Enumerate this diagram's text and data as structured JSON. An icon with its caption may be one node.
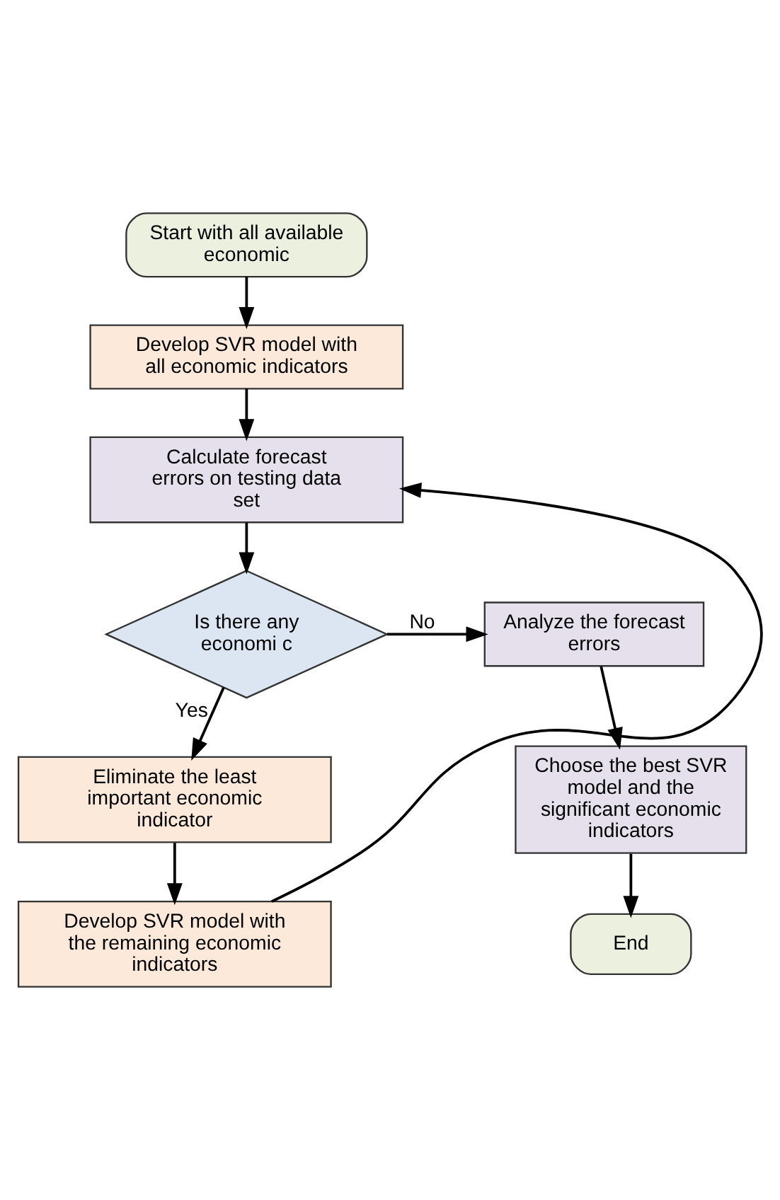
{
  "diagram": {
    "nodes": [
      {
        "text": [
          "Start with all available economic"
        ]
      },
      {
        "text": [
          "Develop SVR model with all economic indicators"
        ]
      },
      {
        "text": [
          "Calculate forecast errors on testing data set"
        ]
      },
      {
        "text": [
          "Is there any economi c"
        ]
      },
      {
        "text": [
          "Analyze the forecast errors"
        ]
      },
      {
        "text": [
          "Eliminate the least important economic indicator"
        ]
      },
      {
        "text": [
          "Choose the best SVR model and the significant economic indicators"
        ]
      },
      {
        "text": [
          "Develop SVR model with the remaining economic indicators"
        ]
      },
      {
        "text": [
          "End"
        ]
      }
    ],
    "edges": [
      {
        "from": 0,
        "to": 1,
        "arrow": "to"
      },
      {
        "from": 1,
        "to": 2,
        "arrow": "to"
      },
      {
        "from": 2,
        "to": 3,
        "arrow": "to"
      },
      {
        "from": 3,
        "to": 4,
        "arrow": "to",
        "label": "No"
      },
      {
        "from": 3,
        "to": 5,
        "arrow": "to",
        "label": "Yes"
      },
      {
        "from": 4,
        "to": 6,
        "arrow": "to"
      },
      {
        "from": 5,
        "to": 7,
        "arrow": "to"
      },
      {
        "from": 7,
        "to": 2,
        "arrow": "to"
      },
      {
        "from": 6,
        "to": 8,
        "arrow": "to"
      }
    ]
  }
}
